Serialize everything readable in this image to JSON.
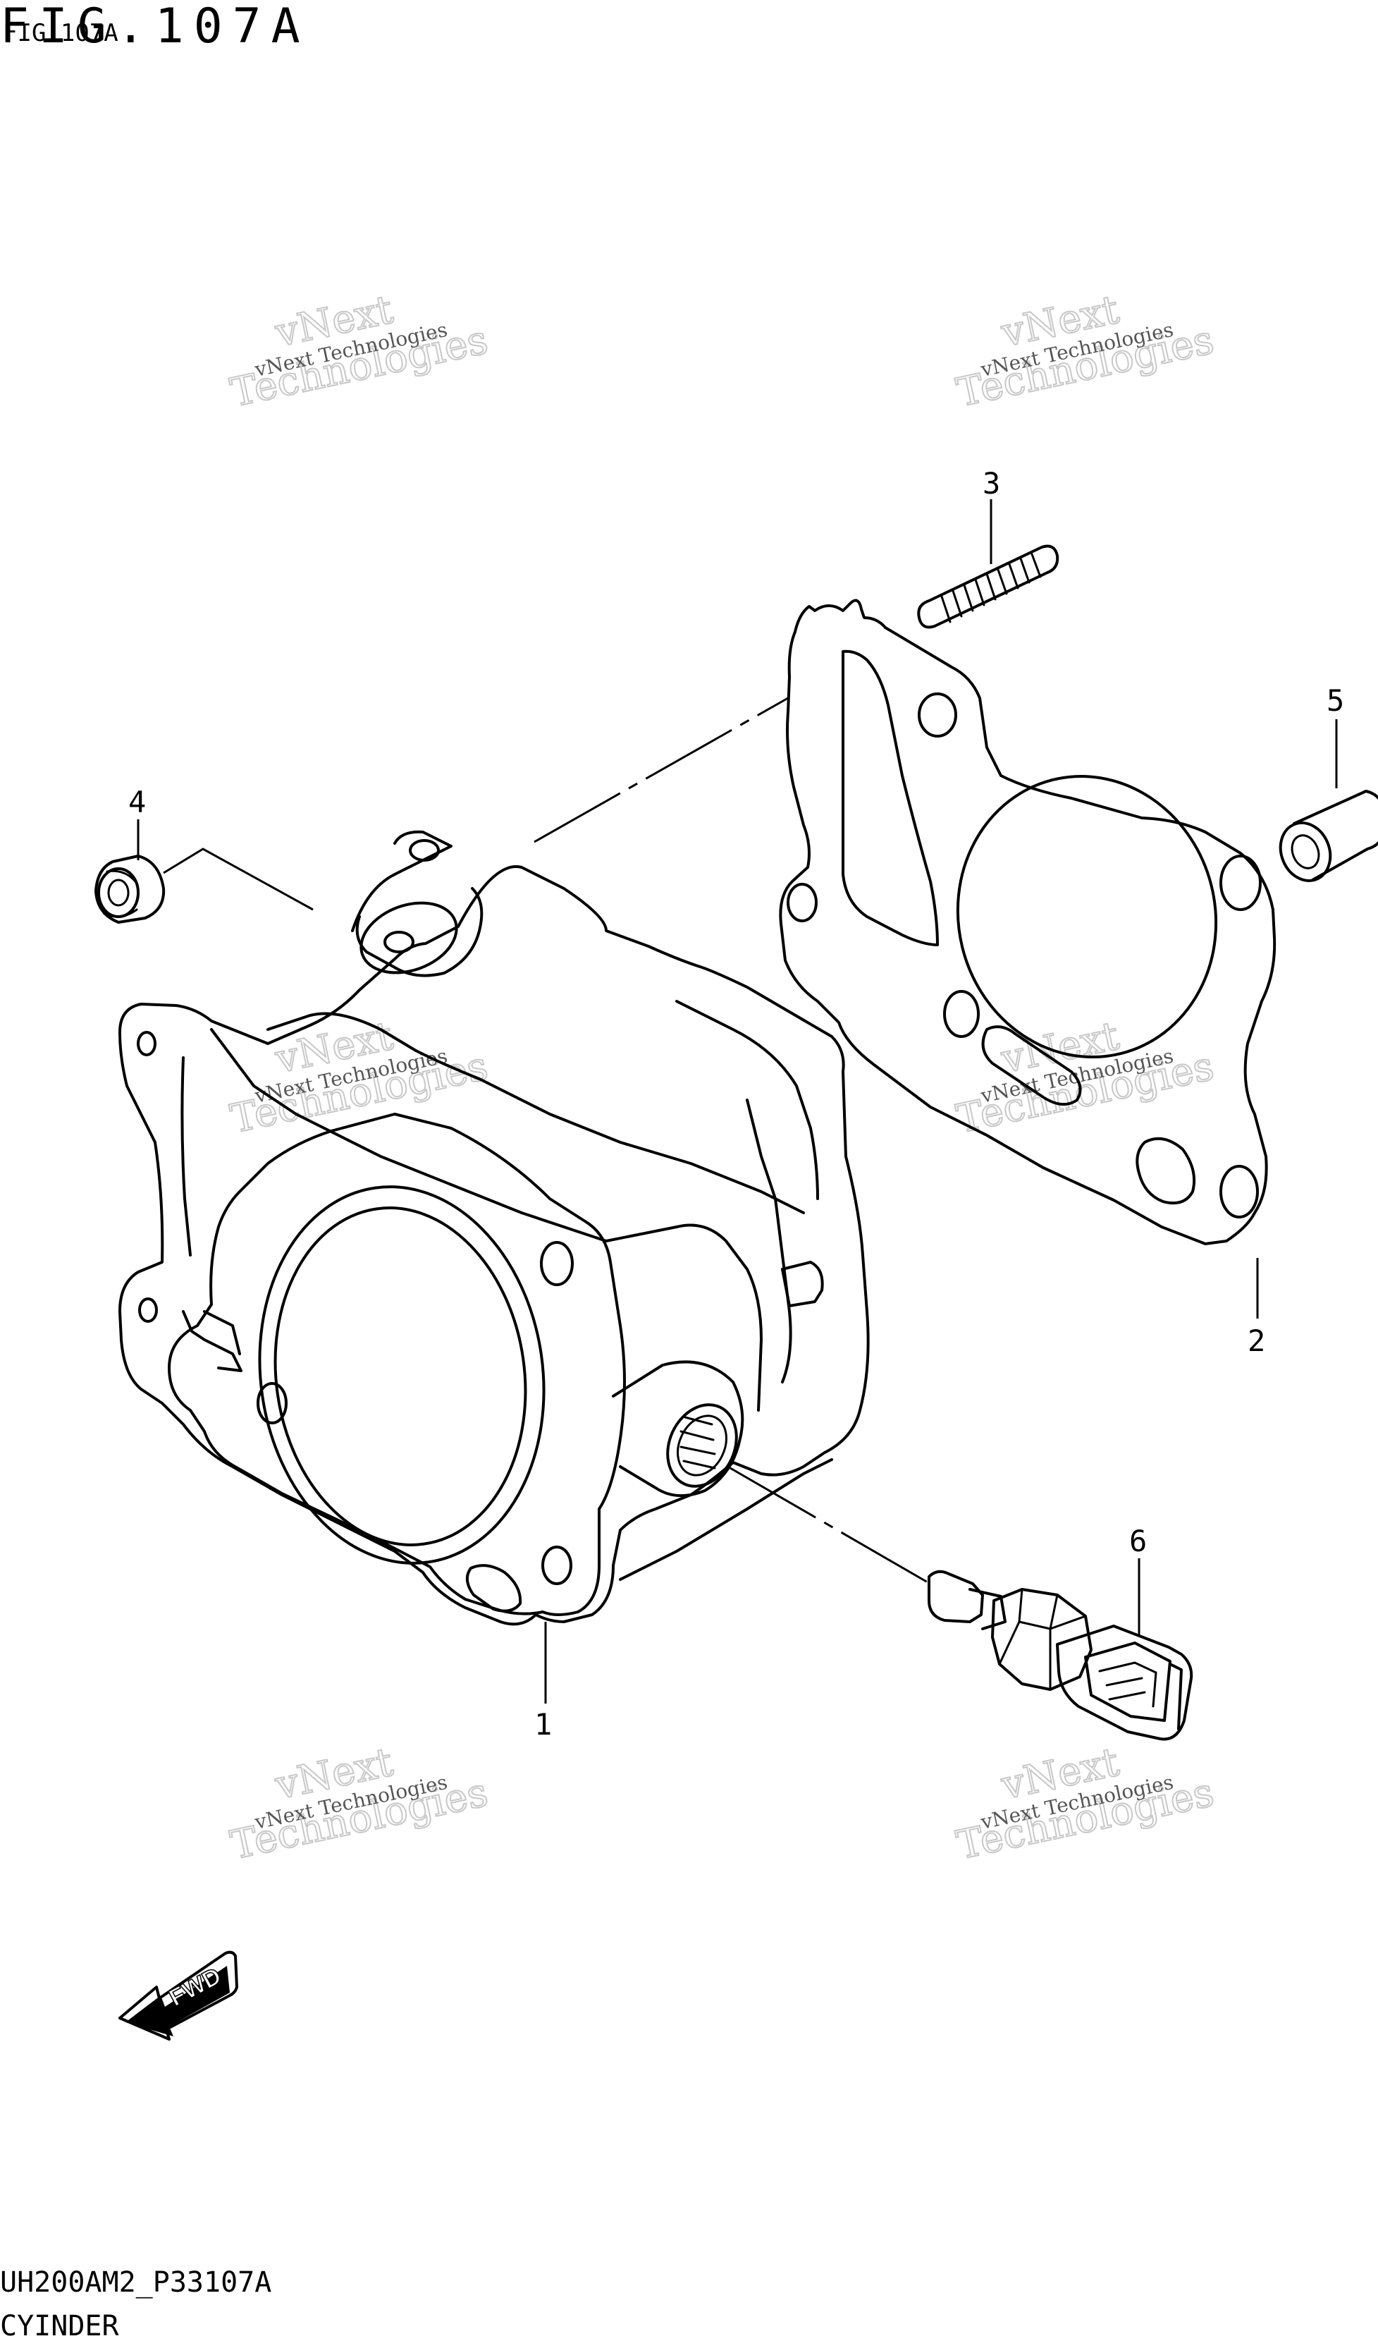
{
  "figure": {
    "title": "FIG.107A",
    "title_overlay": "FIG.107A",
    "code": "UH200AM2_P33107A",
    "caption": "CYINDER"
  },
  "watermark": {
    "line1": "vNext Technologies",
    "line2": "vNext",
    "line3": "Technologies"
  },
  "callouts": [
    "1",
    "2",
    "3",
    "4",
    "5",
    "6"
  ],
  "direction_label": "FWD",
  "icons": [
    "fwd-arrow-icon"
  ]
}
